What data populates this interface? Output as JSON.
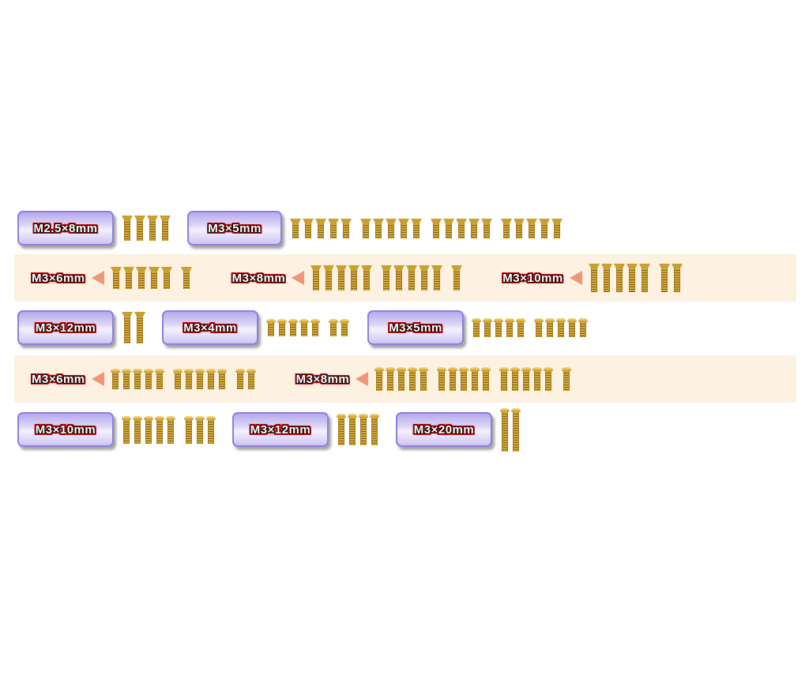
{
  "colors": {
    "band_background": "#fdf1e1",
    "badge_fill": "#d8cff6",
    "badge_border": "#8f7fe0",
    "label_outline": "#d00000",
    "arrow": "#f0947a",
    "screw_gold": "#d4a838"
  },
  "rows": [
    {
      "style": "badge",
      "items": [
        {
          "label": "M2.5×8mm",
          "head": "countersunk",
          "groups": [
            4
          ],
          "length": 8
        },
        {
          "label": "M3×5mm",
          "head": "countersunk",
          "groups": [
            5,
            5,
            5,
            5
          ],
          "length": 5
        }
      ]
    },
    {
      "style": "band",
      "items": [
        {
          "label": "M3×6mm",
          "head": "countersunk",
          "groups": [
            5,
            1
          ],
          "length": 6
        },
        {
          "label": "M3×8mm",
          "head": "countersunk",
          "groups": [
            5,
            5,
            1
          ],
          "length": 8
        },
        {
          "label": "M3×10mm",
          "head": "countersunk",
          "groups": [
            5,
            2
          ],
          "length": 10
        }
      ]
    },
    {
      "style": "badge",
      "items": [
        {
          "label": "M3×12mm",
          "head": "countersunk",
          "groups": [
            2
          ],
          "length": 12
        },
        {
          "label": "M3×4mm",
          "head": "button",
          "groups": [
            5,
            2
          ],
          "length": 4
        },
        {
          "label": "M3×5mm",
          "head": "button",
          "groups": [
            5,
            5
          ],
          "length": 5
        }
      ]
    },
    {
      "style": "band",
      "items": [
        {
          "label": "M3×6mm",
          "head": "button",
          "groups": [
            5,
            5,
            2
          ],
          "length": 6
        },
        {
          "label": "M3×8mm",
          "head": "button",
          "groups": [
            5,
            5,
            5,
            1
          ],
          "length": 8
        }
      ]
    },
    {
      "style": "badge",
      "items": [
        {
          "label": "M3×10mm",
          "head": "button",
          "groups": [
            5,
            3
          ],
          "length": 10
        },
        {
          "label": "M3×12mm",
          "head": "button",
          "groups": [
            4
          ],
          "length": 12
        },
        {
          "label": "M3×20mm",
          "head": "button",
          "groups": [
            2
          ],
          "length": 20
        }
      ]
    }
  ]
}
